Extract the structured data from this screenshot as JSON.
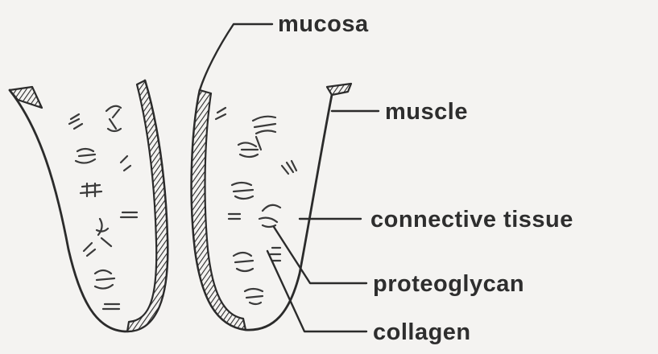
{
  "diagram": {
    "labels": {
      "mucosa": "mucosa",
      "muscle": "muscle",
      "connective_tissue": "connective tissue",
      "proteoglycan": "proteoglycan",
      "collagen": "collagen"
    }
  }
}
